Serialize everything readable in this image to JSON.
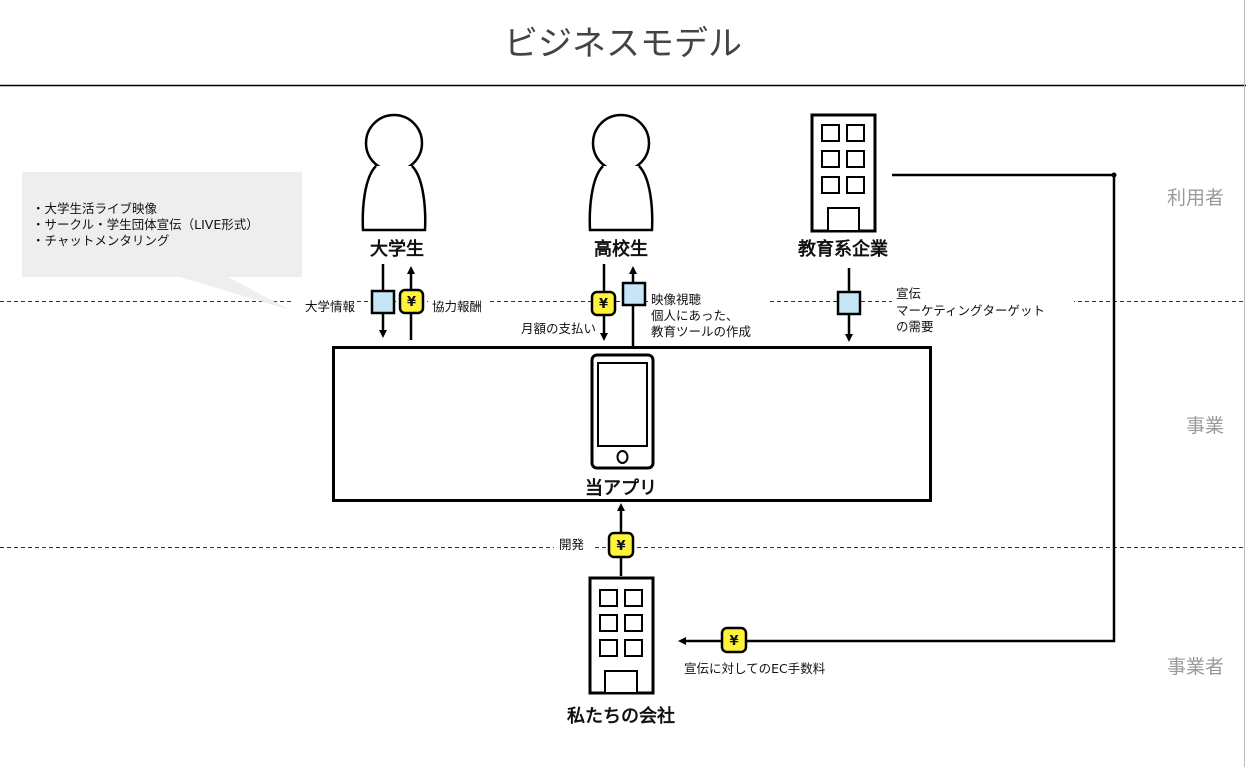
{
  "title": "ビジネスモデル",
  "lanes": [
    {
      "id": "users",
      "label": "利用者"
    },
    {
      "id": "business",
      "label": "事業"
    },
    {
      "id": "operator",
      "label": "事業者"
    }
  ],
  "actors": {
    "university_students": {
      "label": "大学生",
      "icon": "person-icon"
    },
    "high_school_students": {
      "label": "高校生",
      "icon": "person-icon"
    },
    "education_companies": {
      "label": "教育系企業",
      "icon": "building-icon"
    },
    "app": {
      "label": "当アプリ",
      "icon": "smartphone-icon"
    },
    "our_company": {
      "label": "私たちの会社",
      "icon": "building-icon"
    }
  },
  "callout": {
    "lines": [
      "・大学生活ライブ映像",
      "・サークル・学生団体宣伝（LIVE形式）",
      "・チャットメンタリング"
    ]
  },
  "flows": {
    "univ_info": {
      "label": "大学情報",
      "type": "information",
      "direction": "to-app"
    },
    "univ_reward": {
      "label": "協力報酬",
      "type": "money",
      "symbol": "¥",
      "direction": "to-actor"
    },
    "hs_payment": {
      "label": "月額の支払い",
      "type": "money",
      "symbol": "¥",
      "direction": "to-app"
    },
    "hs_service": {
      "lines": [
        "映像視聴",
        "個人にあった、",
        "教育ツールの作成"
      ],
      "type": "information",
      "direction": "to-actor"
    },
    "company_ad": {
      "lines": [
        "宣伝",
        "マーケティングターゲット",
        "の需要"
      ],
      "type": "information",
      "direction": "to-app"
    },
    "development": {
      "label": "開発",
      "type": "money",
      "symbol": "¥",
      "direction": "to-app"
    },
    "ec_fee": {
      "label": "宣伝に対してのEC手数料",
      "type": "money",
      "symbol": "¥",
      "direction": "to-company"
    }
  },
  "colors": {
    "money_fill": "#fff23a",
    "info_fill": "#c6e6f8",
    "callout_fill": "#eeeeee",
    "lane_label": "#9a9a9a",
    "title": "#444444"
  }
}
